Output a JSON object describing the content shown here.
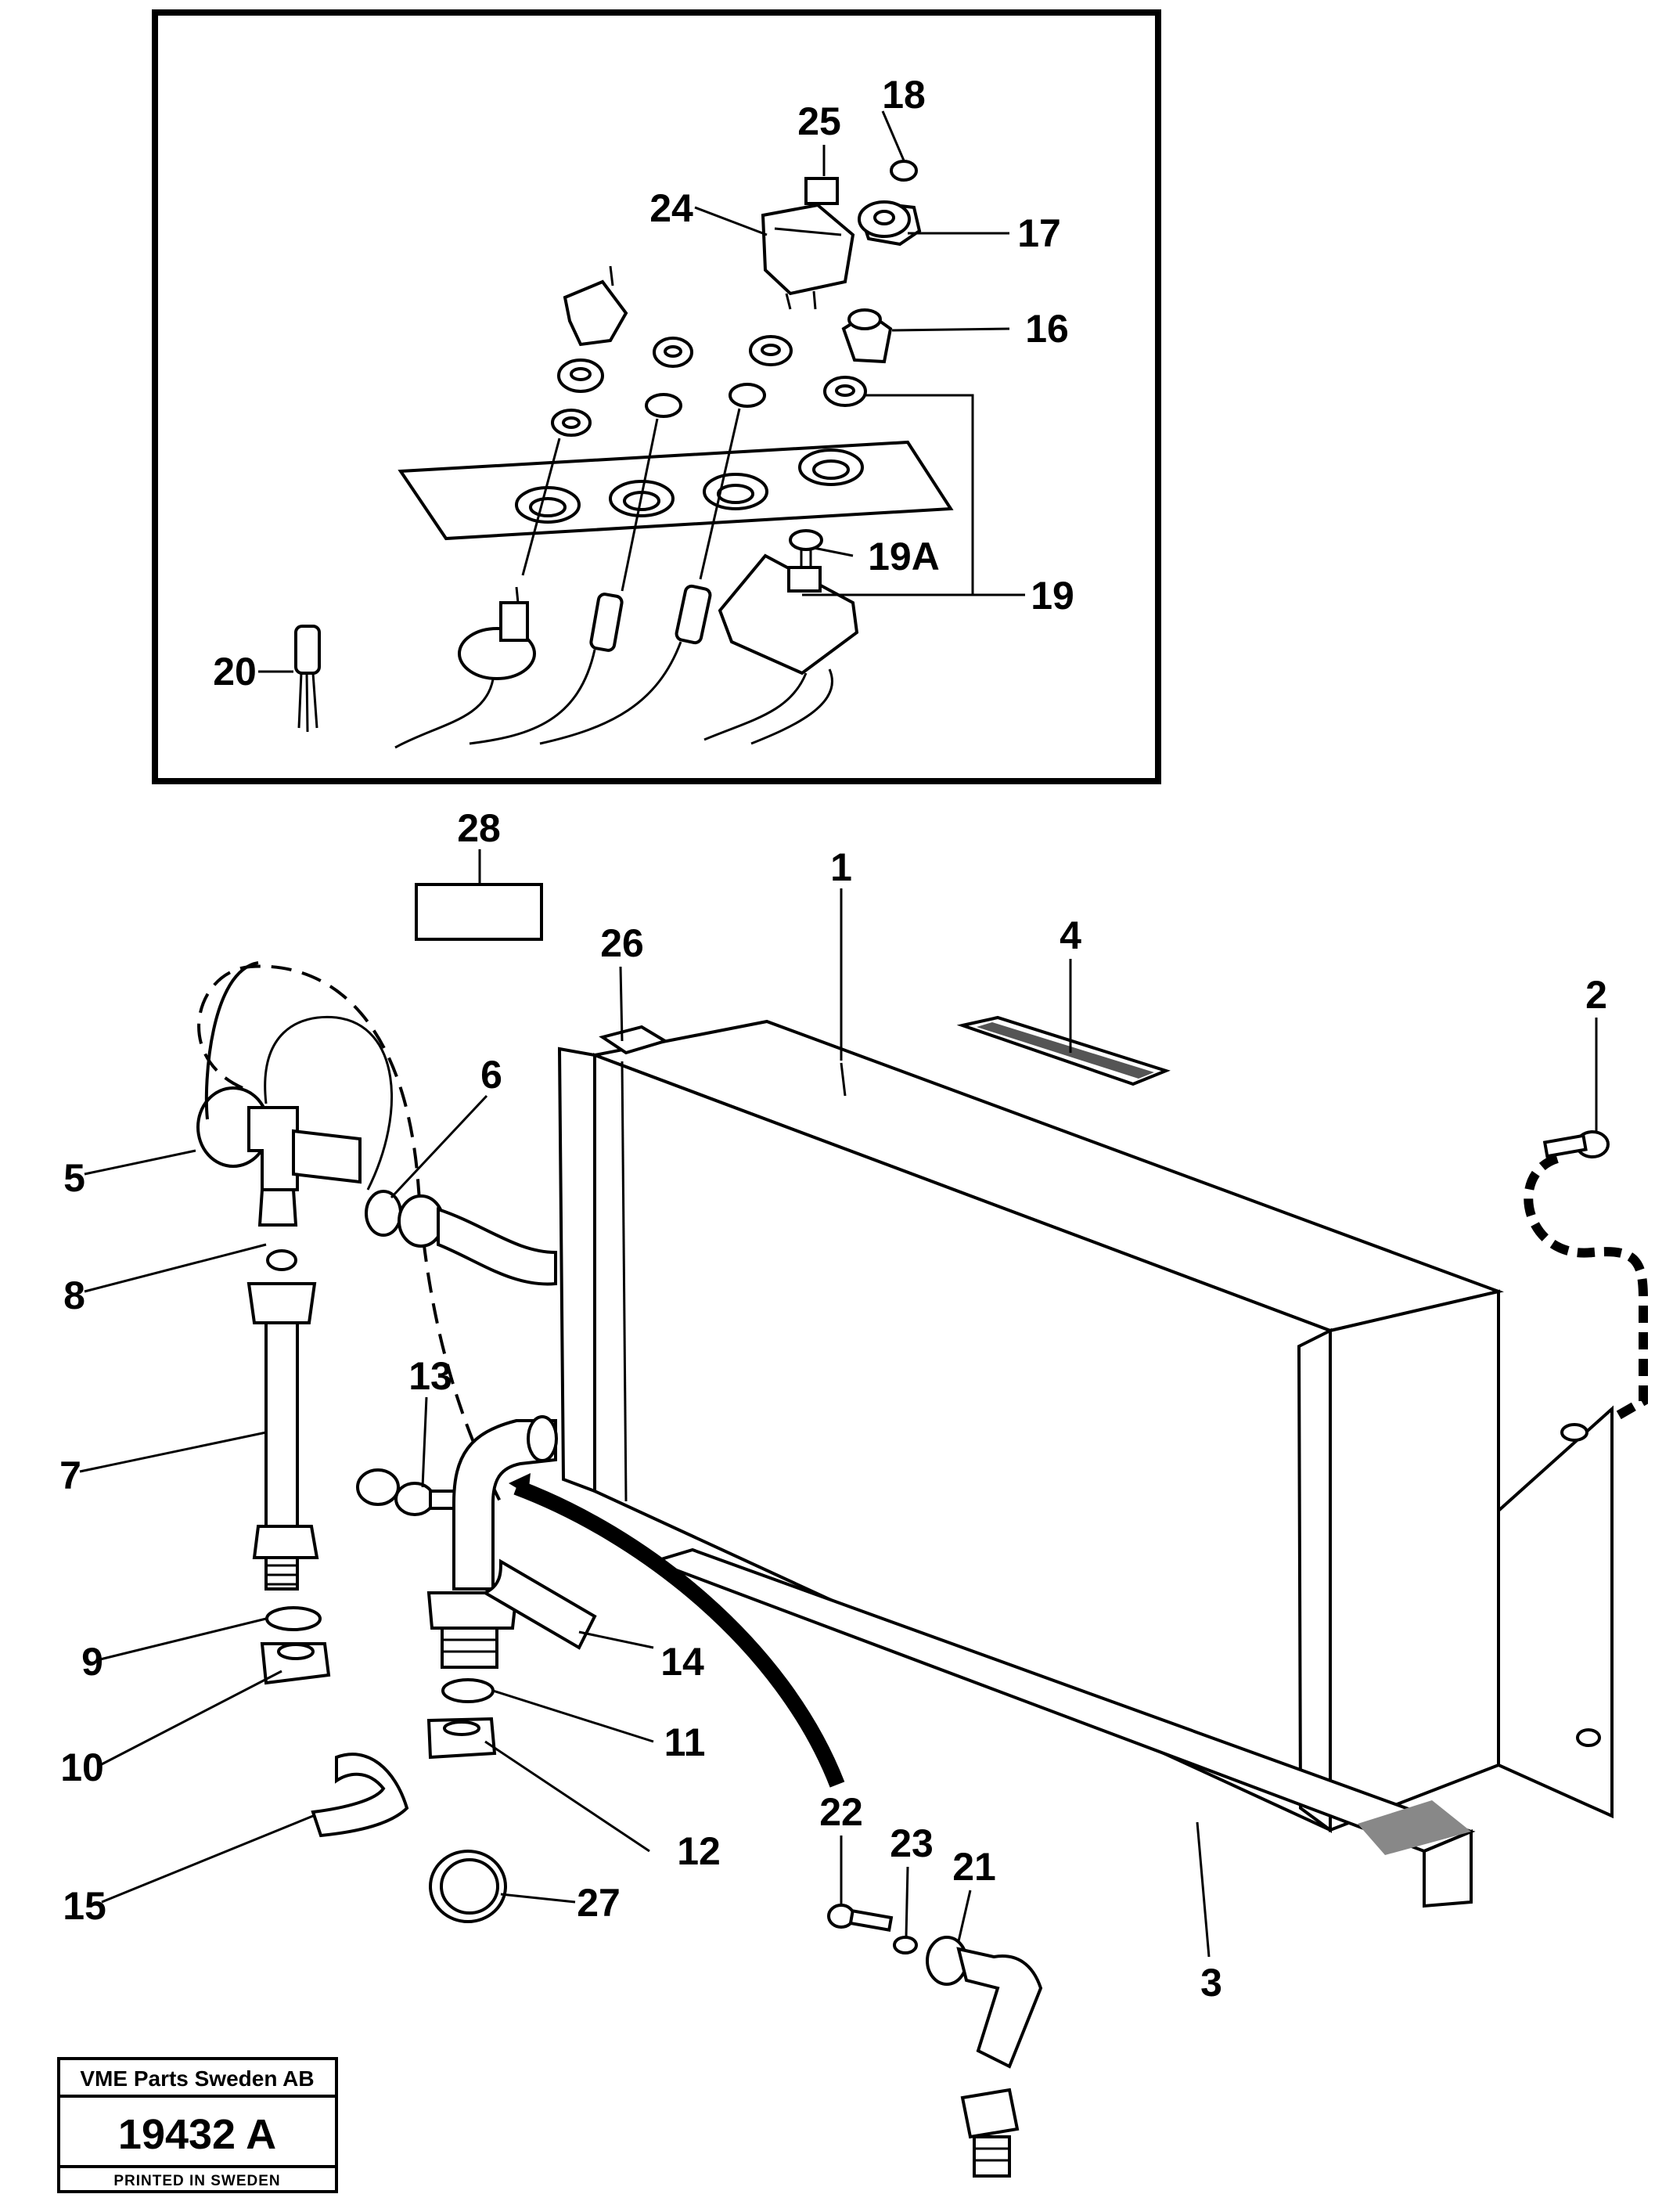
{
  "callouts": {
    "c1": "1",
    "c2": "2",
    "c3": "3",
    "c4": "4",
    "c5": "5",
    "c6": "6",
    "c7": "7",
    "c8": "8",
    "c9": "9",
    "c10": "10",
    "c11": "11",
    "c12": "12",
    "c13": "13",
    "c14": "14",
    "c15": "15",
    "c16": "16",
    "c17": "17",
    "c18": "18",
    "c19": "19",
    "c19a": "19A",
    "c20": "20",
    "c21": "21",
    "c22": "22",
    "c23": "23",
    "c24": "24",
    "c25": "25",
    "c26": "26",
    "c27": "27",
    "c28": "28"
  },
  "title_block": {
    "company": "VME Parts Sweden AB",
    "drawing_number": "19432 A",
    "printed": "PRINTED IN SWEDEN"
  }
}
